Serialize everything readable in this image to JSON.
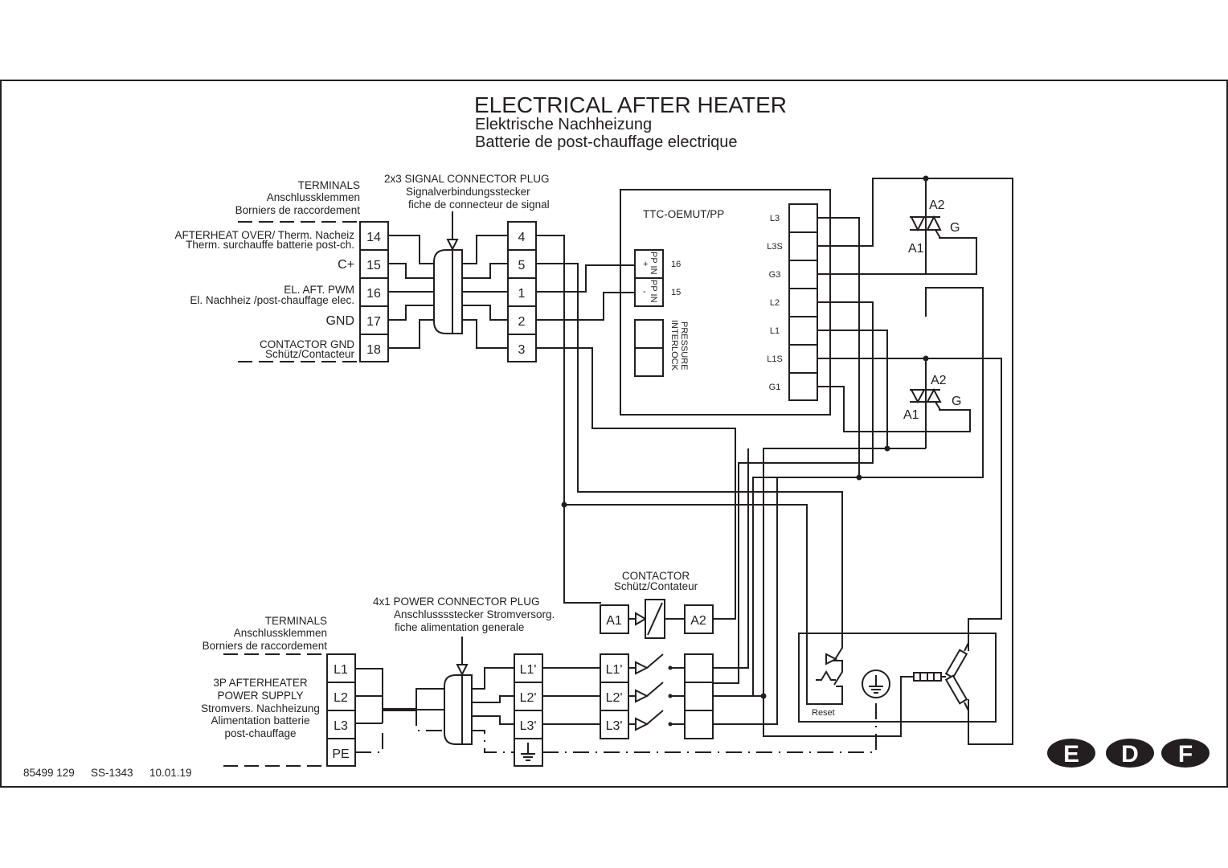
{
  "title": {
    "main": "ELECTRICAL AFTER HEATER",
    "de": "Elektrische Nachheizung",
    "fr": "Batterie de post-chauffage electrique"
  },
  "signal_terminals": {
    "header": [
      "TERMINALS",
      "Anschlussklemmen",
      "Borniers de raccordement"
    ],
    "rows": [
      {
        "num": "14",
        "label": "AFTERHEAT OVER/ Therm. Nacheiz",
        "label2": "Therm. surchauffe batterie post-ch."
      },
      {
        "num": "15",
        "label": "C+",
        "label2": ""
      },
      {
        "num": "16",
        "label": "EL. AFT. PWM",
        "label2": "El. Nachheiz /post-chauffage elec."
      },
      {
        "num": "17",
        "label": "GND",
        "label2": ""
      },
      {
        "num": "18",
        "label": "CONTACTOR GND",
        "label2": "Schütz/Contacteur"
      }
    ]
  },
  "signal_plug": {
    "label": [
      "2x3 SIGNAL CONNECTOR PLUG",
      "Signalverbindungsstecker",
      "fiche de connecteur de signal"
    ],
    "pins": [
      "4",
      "5",
      "1",
      "2",
      "3"
    ]
  },
  "controller": {
    "name": "TTC-OEMUT/PP",
    "pp_in": [
      {
        "sign": "+",
        "label": "PP IN",
        "terminal": "16"
      },
      {
        "sign": "-",
        "label": "PP IN",
        "terminal": "15"
      }
    ],
    "interlock_label": [
      "PRESSURE",
      "INTERLOCK"
    ],
    "outputs": [
      "L3",
      "L3S",
      "G3",
      "L2",
      "L1",
      "L1S",
      "G1"
    ]
  },
  "triacs": [
    {
      "a2": "A2",
      "g": "G",
      "a1": "A1"
    },
    {
      "a2": "A2",
      "g": "G",
      "a1": "A1"
    }
  ],
  "contactor": {
    "label": [
      "CONTACTOR",
      "Schütz/Contateur"
    ],
    "coil": [
      "A1",
      "A2"
    ],
    "poles": [
      "L1'",
      "L2'",
      "L3'"
    ]
  },
  "power_plug": {
    "label": [
      "4x1 POWER CONNECTOR PLUG",
      "Anschlusssstecker Stromversorg.",
      "fiche alimentation generale"
    ],
    "pins": [
      "L1'",
      "L2'",
      "L3'",
      "earth"
    ]
  },
  "power_terminals": {
    "header": [
      "TERMINALS",
      "Anschlussklemmen",
      "Borniers de raccordement"
    ],
    "description": [
      "3P AFTERHEATER",
      "POWER SUPPLY",
      "Stromvers. Nachheizung",
      "Alimentation batterie",
      "post-chauffage"
    ],
    "rows": [
      "L1",
      "L2",
      "L3",
      "PE"
    ]
  },
  "heater": {
    "reset_label": "Reset"
  },
  "footer": {
    "doc_number": "85499 129",
    "ss": "SS-1343",
    "date": "10.01.19"
  },
  "languages": [
    "E",
    "D",
    "F"
  ]
}
